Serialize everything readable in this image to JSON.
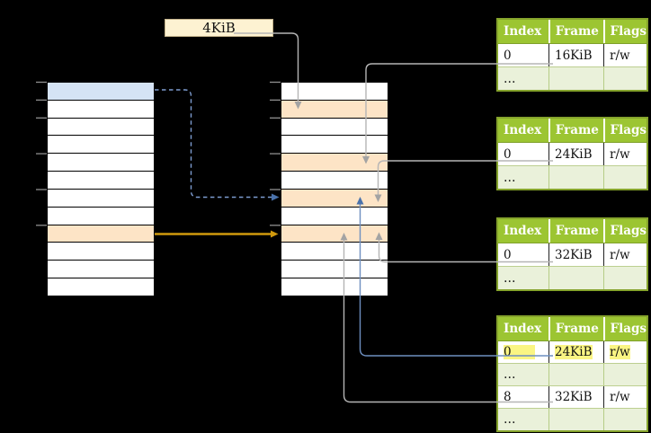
{
  "diagram_title": "multi-level page table translation diagram",
  "frame_size_label": {
    "text": "4KiB"
  },
  "memory_columns": {
    "left": {
      "name": "left memory column",
      "row_count": 12,
      "rows": [
        "blue",
        "plain",
        "plain",
        "plain",
        "plain",
        "plain",
        "plain",
        "plain",
        "orange",
        "plain",
        "plain",
        "plain"
      ],
      "tick_boundaries": [
        0,
        1,
        2,
        4,
        6,
        8
      ]
    },
    "middle": {
      "name": "middle memory column",
      "row_count": 12,
      "rows": [
        "plain",
        "orange",
        "plain",
        "plain",
        "orange",
        "plain",
        "orange",
        "plain",
        "orange",
        "plain",
        "plain",
        "plain"
      ],
      "tick_boundaries": [
        0,
        1,
        2,
        4,
        6,
        8
      ]
    }
  },
  "page_tables": {
    "headers": [
      "Index",
      "Frame",
      "Flags"
    ],
    "tables": [
      {
        "name": "page-table-16kib",
        "rows": [
          {
            "cells": [
              "0",
              "16KiB",
              "r/w"
            ],
            "variant": "data"
          },
          {
            "cells": [
              "…",
              "",
              ""
            ],
            "variant": "ellipsis"
          }
        ]
      },
      {
        "name": "page-table-24kib",
        "rows": [
          {
            "cells": [
              "0",
              "24KiB",
              "r/w"
            ],
            "variant": "data"
          },
          {
            "cells": [
              "…",
              "",
              ""
            ],
            "variant": "ellipsis"
          }
        ]
      },
      {
        "name": "page-table-32kib",
        "rows": [
          {
            "cells": [
              "0",
              "32KiB",
              "r/w"
            ],
            "variant": "data"
          },
          {
            "cells": [
              "…",
              "",
              ""
            ],
            "variant": "ellipsis"
          }
        ]
      },
      {
        "name": "page-table-mixed",
        "rows": [
          {
            "cells": [
              "0",
              "24KiB",
              "r/w"
            ],
            "variant": "data",
            "highlight": true
          },
          {
            "cells": [
              "…",
              "",
              ""
            ],
            "variant": "ellipsis"
          },
          {
            "cells": [
              "8",
              "32KiB",
              "r/w"
            ],
            "variant": "data"
          },
          {
            "cells": [
              "…",
              "",
              ""
            ],
            "variant": "ellipsis"
          }
        ]
      }
    ]
  },
  "connectors": [
    {
      "from": "4KiB label",
      "to": "middle column frame row 2",
      "style": "gray"
    },
    {
      "from": "page-table-16kib frame cell",
      "to": "middle column frame row 5",
      "style": "gray"
    },
    {
      "from": "page-table-24kib frame cell",
      "to": "middle column frame row 7",
      "style": "gray"
    },
    {
      "from": "page-table-32kib frame cell",
      "to": "middle column frame row 9",
      "style": "gray"
    },
    {
      "from": "page-table-mixed row 0/24KiB",
      "to": "middle column frame row 7",
      "style": "blue"
    },
    {
      "from": "page-table-mixed row 8/32KiB",
      "to": "middle column frame row 9",
      "style": "gray"
    },
    {
      "from": "left column blue row",
      "to": "middle column frame row 7",
      "style": "blue-dashed"
    },
    {
      "from": "left column orange row",
      "to": "middle column frame row 9",
      "style": "gold"
    }
  ],
  "colors": {
    "background": "#000000",
    "header_green": "#9cc532",
    "table_border_green": "#85a32c",
    "row_alt_green": "#eaf1da",
    "frame_orange": "#fde4c6",
    "selected_blue": "#d5e3f5",
    "label_cream": "#fdf2d2",
    "highlight_yellow": "#faf583",
    "arrow_gold": "#d0990d",
    "arrow_blue": "#4a72ab",
    "connector_gray": "#b5b5b5"
  }
}
